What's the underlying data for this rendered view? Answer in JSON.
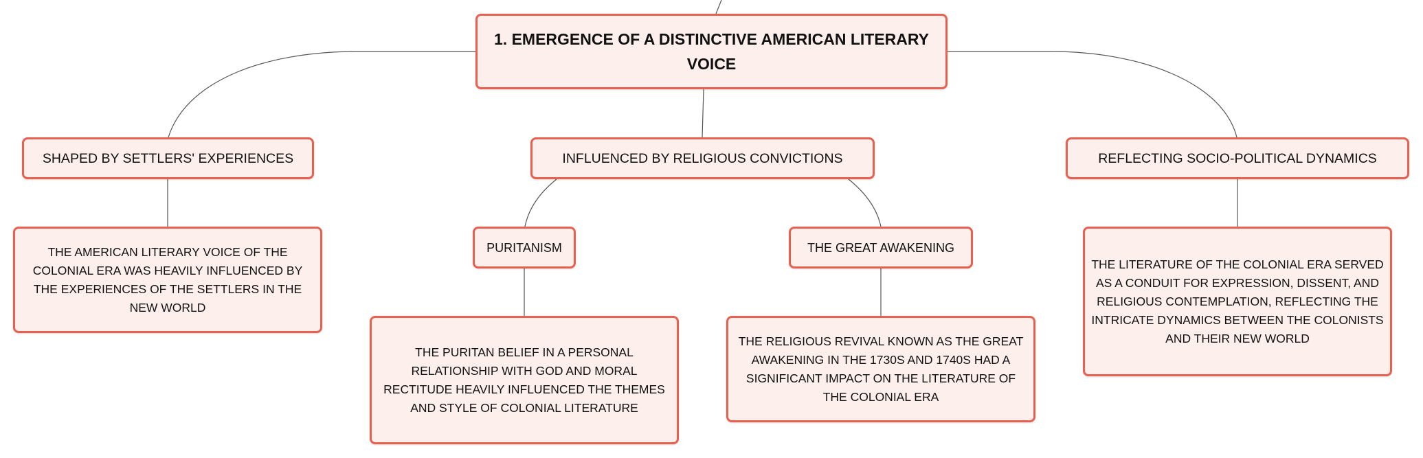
{
  "root": {
    "title": "1. EMERGENCE OF A DISTINCTIVE AMERICAN LITERARY VOICE"
  },
  "branches": {
    "settlers": {
      "label": "SHAPED BY SETTLERS' EXPERIENCES",
      "detail": "THE AMERICAN LITERARY VOICE OF THE COLONIAL ERA WAS HEAVILY INFLUENCED BY THE EXPERIENCES OF THE SETTLERS IN THE NEW WORLD"
    },
    "religious": {
      "label": "INFLUENCED BY RELIGIOUS CONVICTIONS",
      "children": {
        "puritanism": {
          "label": "PURITANISM",
          "detail": "THE PURITAN BELIEF IN A PERSONAL RELATIONSHIP WITH GOD AND MORAL RECTITUDE HEAVILY INFLUENCED THE THEMES AND STYLE OF COLONIAL LITERATURE"
        },
        "awakening": {
          "label": "THE GREAT AWAKENING",
          "detail": "THE RELIGIOUS REVIVAL KNOWN AS THE GREAT AWAKENING IN THE 1730S AND 1740S HAD A SIGNIFICANT IMPACT ON THE LITERATURE OF THE COLONIAL ERA"
        }
      }
    },
    "sociopolitical": {
      "label": "REFLECTING SOCIO-POLITICAL DYNAMICS",
      "detail": "THE LITERATURE OF THE COLONIAL ERA SERVED AS A CONDUIT FOR EXPRESSION, DISSENT, AND RELIGIOUS CONTEMPLATION, REFLECTING THE INTRICATE DYNAMICS BETWEEN THE COLONISTS AND THEIR NEW WORLD"
    }
  },
  "colors": {
    "node_fill": "#fdf0ec",
    "node_border": "#e8604f",
    "connector": "#555555",
    "text": "#111111"
  }
}
